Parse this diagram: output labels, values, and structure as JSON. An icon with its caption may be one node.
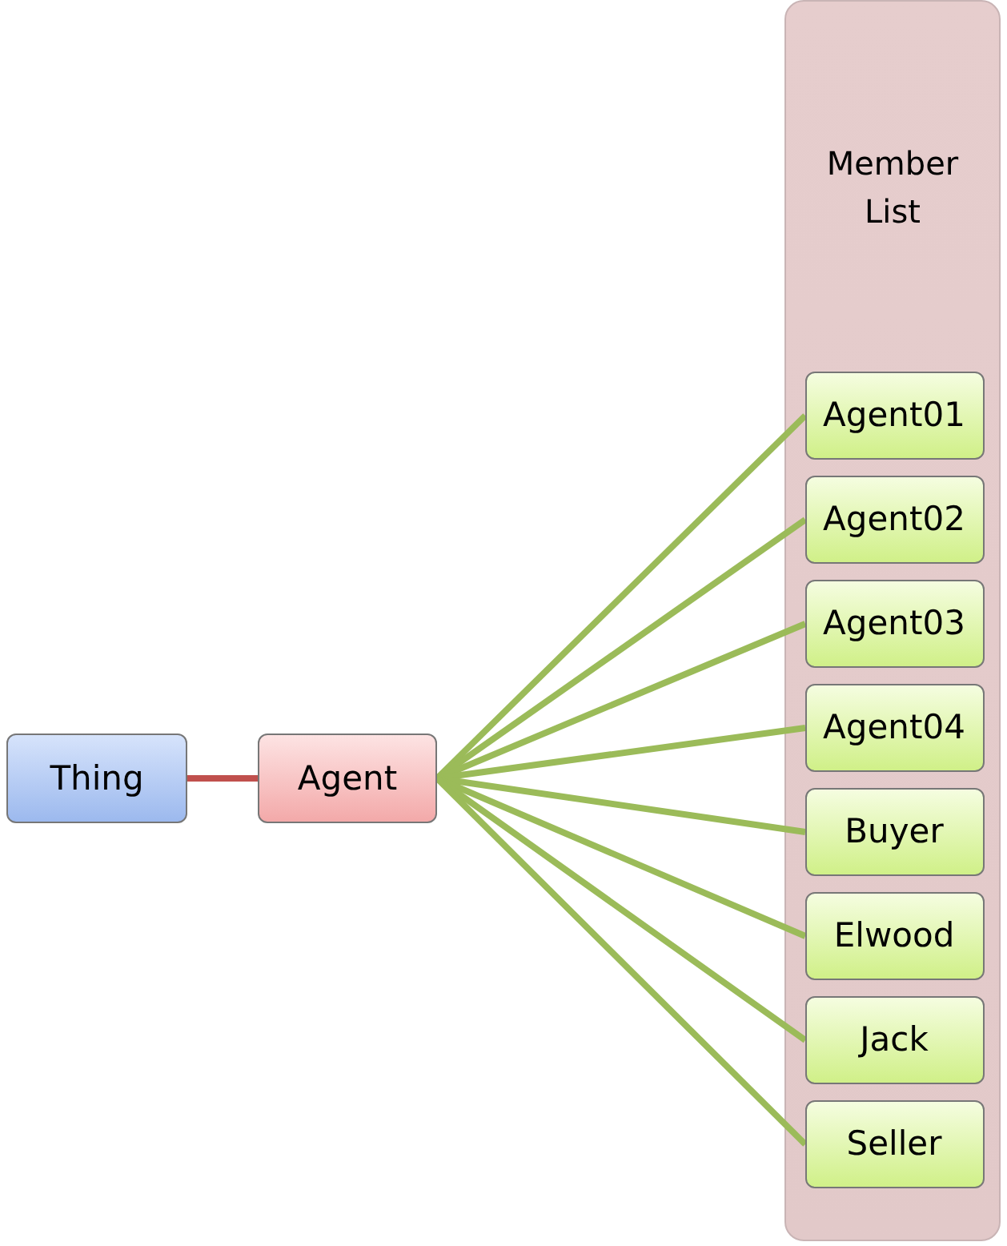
{
  "diagram": {
    "nodes": [
      {
        "text": [
          "Member List"
        ]
      },
      {
        "text": [
          "Thing"
        ]
      },
      {
        "text": [
          "Agent"
        ]
      },
      {
        "text": [
          "Agent01"
        ],
        "in": 0
      },
      {
        "text": [
          "Agent02"
        ],
        "in": 0
      },
      {
        "text": [
          "Agent03"
        ],
        "in": 0
      },
      {
        "text": [
          "Agent04"
        ],
        "in": 0
      },
      {
        "text": [
          "Buyer"
        ],
        "in": 0
      },
      {
        "text": [
          "Elwood"
        ],
        "in": 0
      },
      {
        "text": [
          "Jack"
        ],
        "in": 0
      },
      {
        "text": [
          "Seller"
        ],
        "in": 0
      }
    ],
    "edges": [
      {
        "from": 1,
        "to": 2,
        "arrow": "none",
        "color": "#c0504d"
      },
      {
        "from": 2,
        "to": 3,
        "arrow": "none"
      },
      {
        "from": 2,
        "to": 4,
        "arrow": "none"
      },
      {
        "from": 2,
        "to": 5,
        "arrow": "none"
      },
      {
        "from": 2,
        "to": 6,
        "arrow": "none"
      },
      {
        "from": 2,
        "to": 7,
        "arrow": "none"
      },
      {
        "from": 2,
        "to": 8,
        "arrow": "none"
      },
      {
        "from": 2,
        "to": 9,
        "arrow": "none"
      },
      {
        "from": 2,
        "to": 10,
        "arrow": "none"
      }
    ]
  }
}
